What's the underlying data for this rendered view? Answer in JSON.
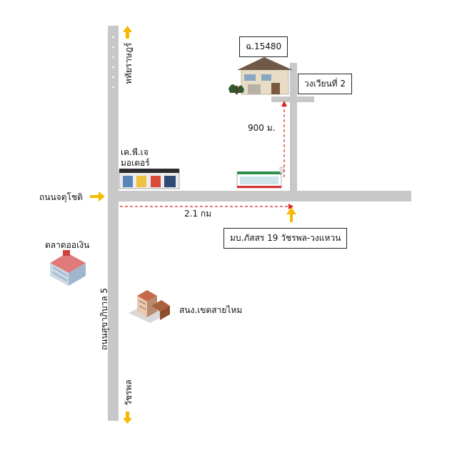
{
  "colors": {
    "road": "#c8c8c8",
    "arrow": "#f6b800",
    "route": "#e02020",
    "text": "#111111"
  },
  "roads": {
    "left_north": "หทัยราษฎร์",
    "left_south": "ถนนสุขาภิบาล 5",
    "bottom_end": "วัชรพล",
    "west_entry": "ถนนจตุโชติ"
  },
  "landmarks": {
    "house_code": "ฉ.15480",
    "roundabout": "วงเวียนที่ 2",
    "car_shop": "เค.พี.เจ\nมอเตอร์",
    "market": "ตลาดออเงิน",
    "office": "สนง.เขตสายไหม",
    "village": "มบ.ภัสสร 19 วัชรพล-วงแหวน"
  },
  "distances": {
    "main_road": "2.1 กม",
    "side_road": "900 ม."
  },
  "icons": {
    "house": "house-icon",
    "shop": "car-service-shop-icon",
    "store": "convenience-store-icon",
    "market": "market-building-icon",
    "office": "office-building-icon",
    "arrow": "arrow-icon"
  }
}
